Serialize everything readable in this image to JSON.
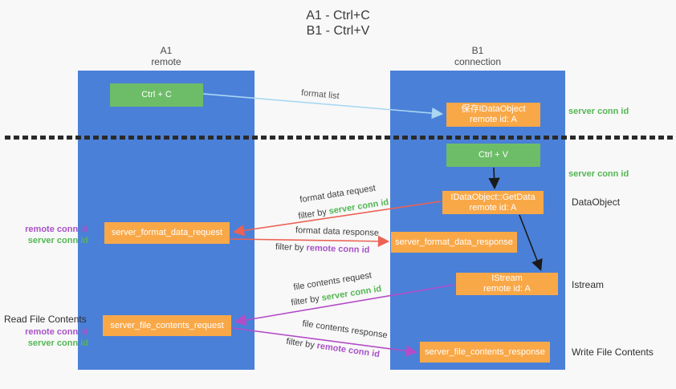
{
  "title": {
    "line1": "A1 - Ctrl+C",
    "line2": "B1 - Ctrl+V"
  },
  "columns": {
    "left": {
      "name": "A1",
      "subtitle": "remote"
    },
    "right": {
      "name": "B1",
      "subtitle": "connection"
    }
  },
  "nodes": {
    "ctrl_c": {
      "label": "Ctrl + C"
    },
    "ctrl_v": {
      "label": "Ctrl + V"
    },
    "save_dataobject": {
      "line1": "保存IDataObject",
      "line2": "remote id: A"
    },
    "getdata": {
      "line1": "IDataObject::GetData",
      "line2": "remote id: A"
    },
    "istream": {
      "line1": "IStream",
      "line2": "remote id: A"
    },
    "format_request": {
      "label": "server_format_data_request"
    },
    "format_response": {
      "label": "server_format_data_response"
    },
    "file_request": {
      "label": "server_file_contents_request"
    },
    "file_response": {
      "label": "server_file_contents_response"
    }
  },
  "edge_labels": {
    "format_list": "format list",
    "format_data_request": "format data request",
    "format_data_response": "format data response",
    "file_contents_request": "file contents request",
    "file_contents_response": "file contents response",
    "filter_by": "filter by ",
    "server_conn_id": "server conn id",
    "remote_conn_id": "remote conn id"
  },
  "side_labels": {
    "server_conn_id_top": "server conn id",
    "server_conn_id_mid": "server conn id",
    "dataobject": "DataObject",
    "istream": "Istream",
    "read_file_contents": "Read File Contents",
    "write_file_contents": "Write File Contents",
    "remote_conn_id": "remote conn id",
    "server_conn_id": "server conn id"
  },
  "colors": {
    "column_blue": "#4a80d8",
    "box_orange": "#f9a848",
    "button_green": "#6dbd68",
    "text_green": "#54b654",
    "text_purple": "#a852c8",
    "arrow_red": "#ec6254",
    "arrow_magenta": "#b44cc8",
    "arrow_lightblue": "#a9d7f2",
    "arrow_black": "#1a1a1a"
  }
}
